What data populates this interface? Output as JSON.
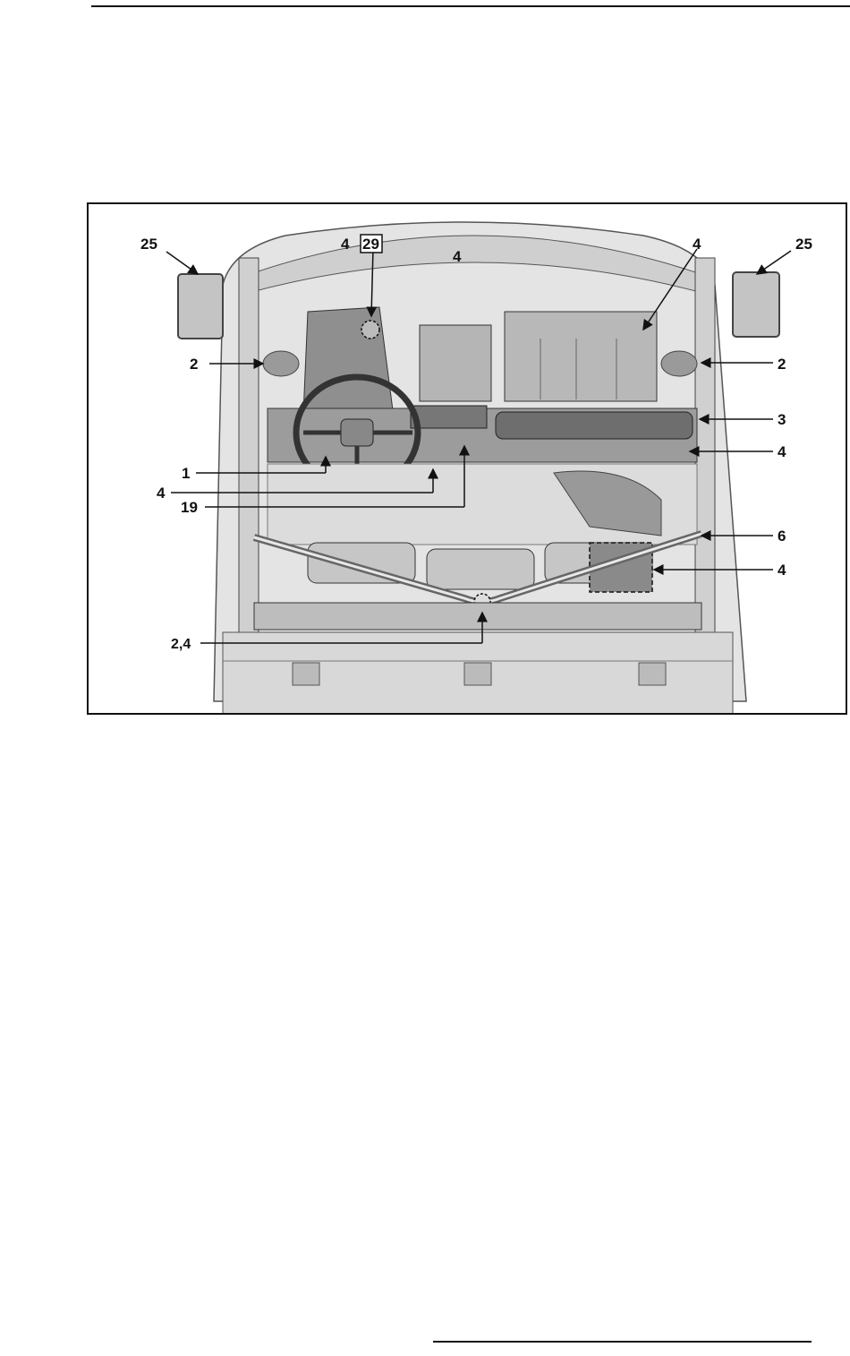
{
  "figure": {
    "callouts": {
      "mirror_left": "25",
      "mirror_right": "25",
      "dash_left": "4",
      "dash_dot": "29",
      "glovebox": "4",
      "passenger_box": "4",
      "speaker_left": "2",
      "speaker_right": "2",
      "dash_right_upper": "3",
      "dash_right_lower": "4",
      "steering": "1",
      "column": "4",
      "center_console": "19",
      "rollbar": "6",
      "seat_box": "4",
      "rear_center": "2,4"
    }
  }
}
